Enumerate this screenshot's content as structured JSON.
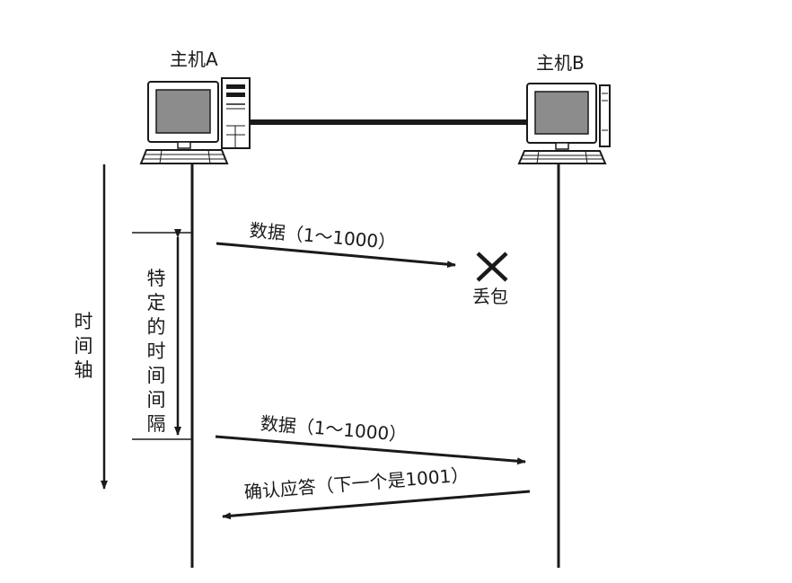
{
  "hosts": {
    "a_label": "主机A",
    "b_label": "主机B"
  },
  "axis": {
    "time_axis_label": "时间轴",
    "interval_label": "特定的时间间隔"
  },
  "messages": {
    "first_data": "数据（1～1000）",
    "packet_loss": "丢包",
    "retransmit_data": "数据（1～1000）",
    "ack": "确认应答（下一个是1001）"
  },
  "icons": {
    "computer": "desktop-computer-icon",
    "loss_mark": "x-mark-icon"
  },
  "colors": {
    "ink": "#1a1a1a",
    "screen": "#8c8c8c",
    "body": "#ffffff"
  }
}
